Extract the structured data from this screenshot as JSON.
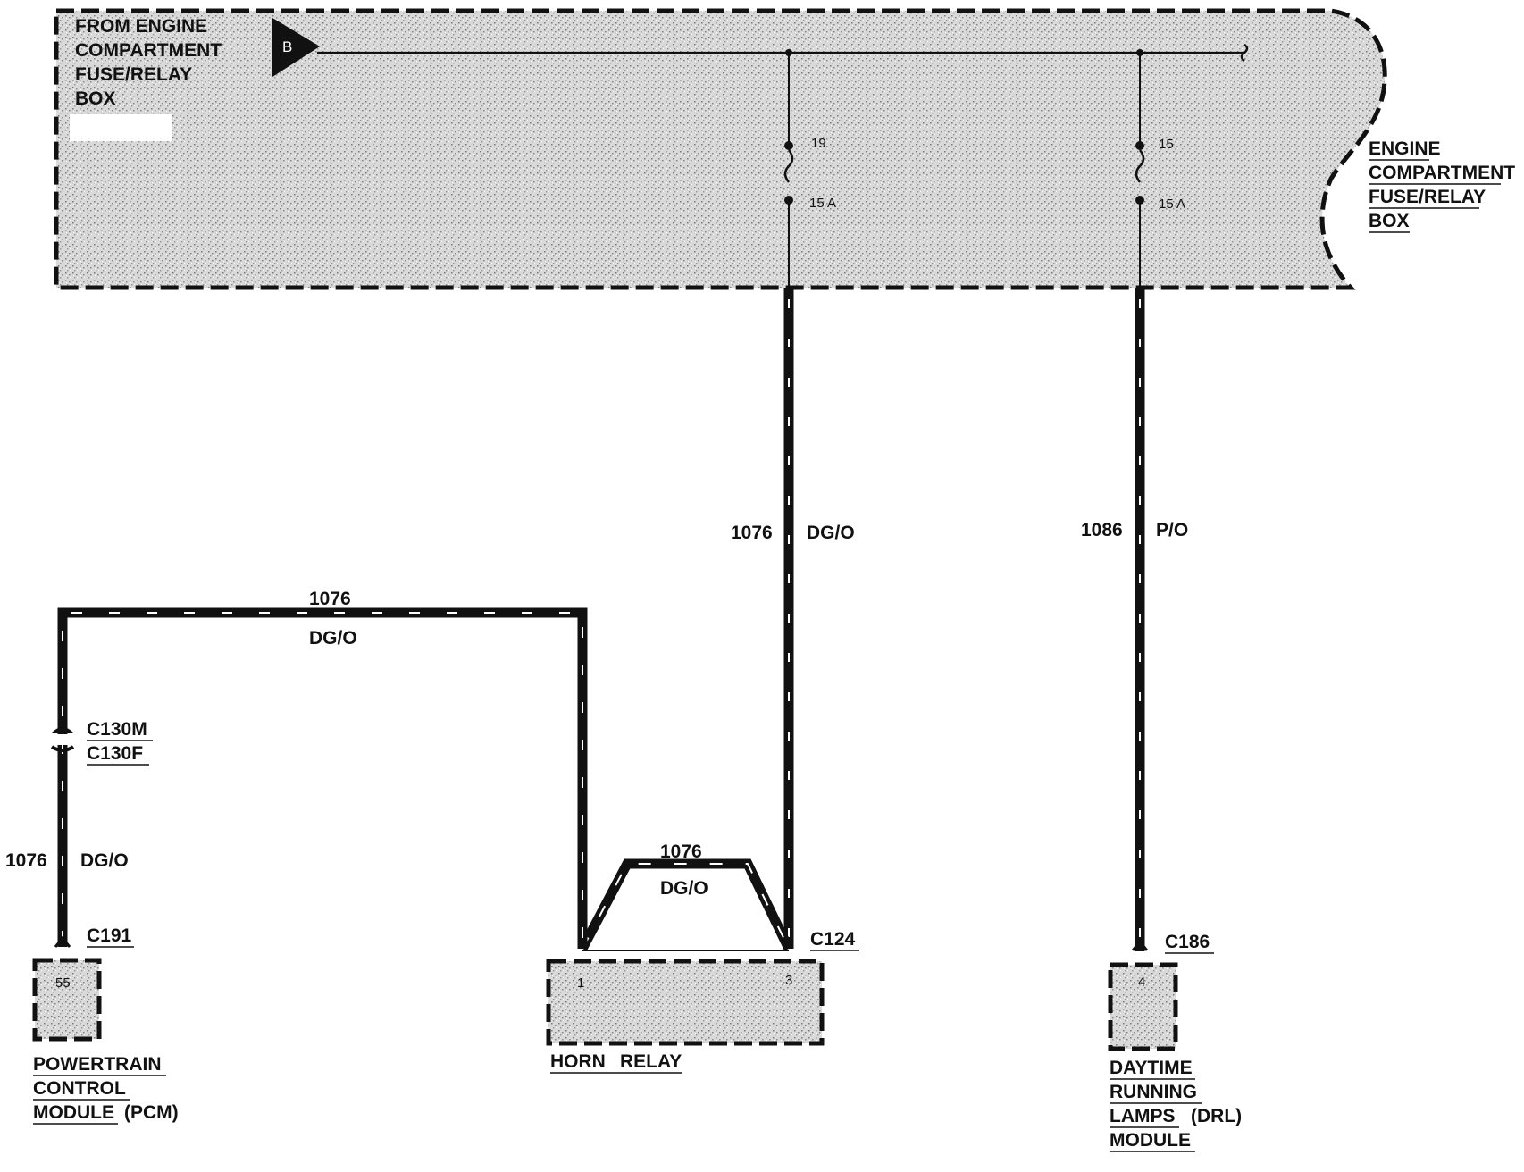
{
  "fuse_box": {
    "source_label_lines": [
      "FROM ENGINE",
      "COMPARTMENT",
      "FUSE/RELAY",
      "BOX"
    ],
    "source_symbol": "B",
    "title_lines": [
      "ENGINE",
      "COMPARTMENT",
      "FUSE/RELAY",
      "BOX"
    ],
    "fuses": [
      {
        "number": "19",
        "rating": "15 A"
      },
      {
        "number": "15",
        "rating": "15 A"
      }
    ]
  },
  "circuits": {
    "main_left": {
      "number": "1076",
      "color": "DG/O"
    },
    "main_right": {
      "number": "1086",
      "color": "P/O"
    },
    "pcm_top": {
      "number": "1076",
      "color": "DG/O"
    },
    "pcm_down": {
      "number": "1076",
      "color": "DG/O"
    },
    "relay_jumper": {
      "number": "1076",
      "color": "DG/O"
    }
  },
  "connectors": {
    "inline_male": "C130M",
    "inline_female": "C130F",
    "pcm": "C191",
    "horn_relay": "C124",
    "drl": "C186"
  },
  "components": {
    "pcm": {
      "pin": "55",
      "name_lines": [
        "POWERTRAIN",
        "CONTROL",
        "MODULE"
      ],
      "suffix": "(PCM)"
    },
    "horn_relay": {
      "pin_1": "1",
      "pin_3": "3",
      "name_words": [
        "HORN",
        "RELAY"
      ]
    },
    "drl": {
      "pin": "4",
      "name_lines": [
        "DAYTIME",
        "RUNNING",
        "LAMPS",
        "MODULE"
      ],
      "suffix": "(DRL)"
    }
  }
}
